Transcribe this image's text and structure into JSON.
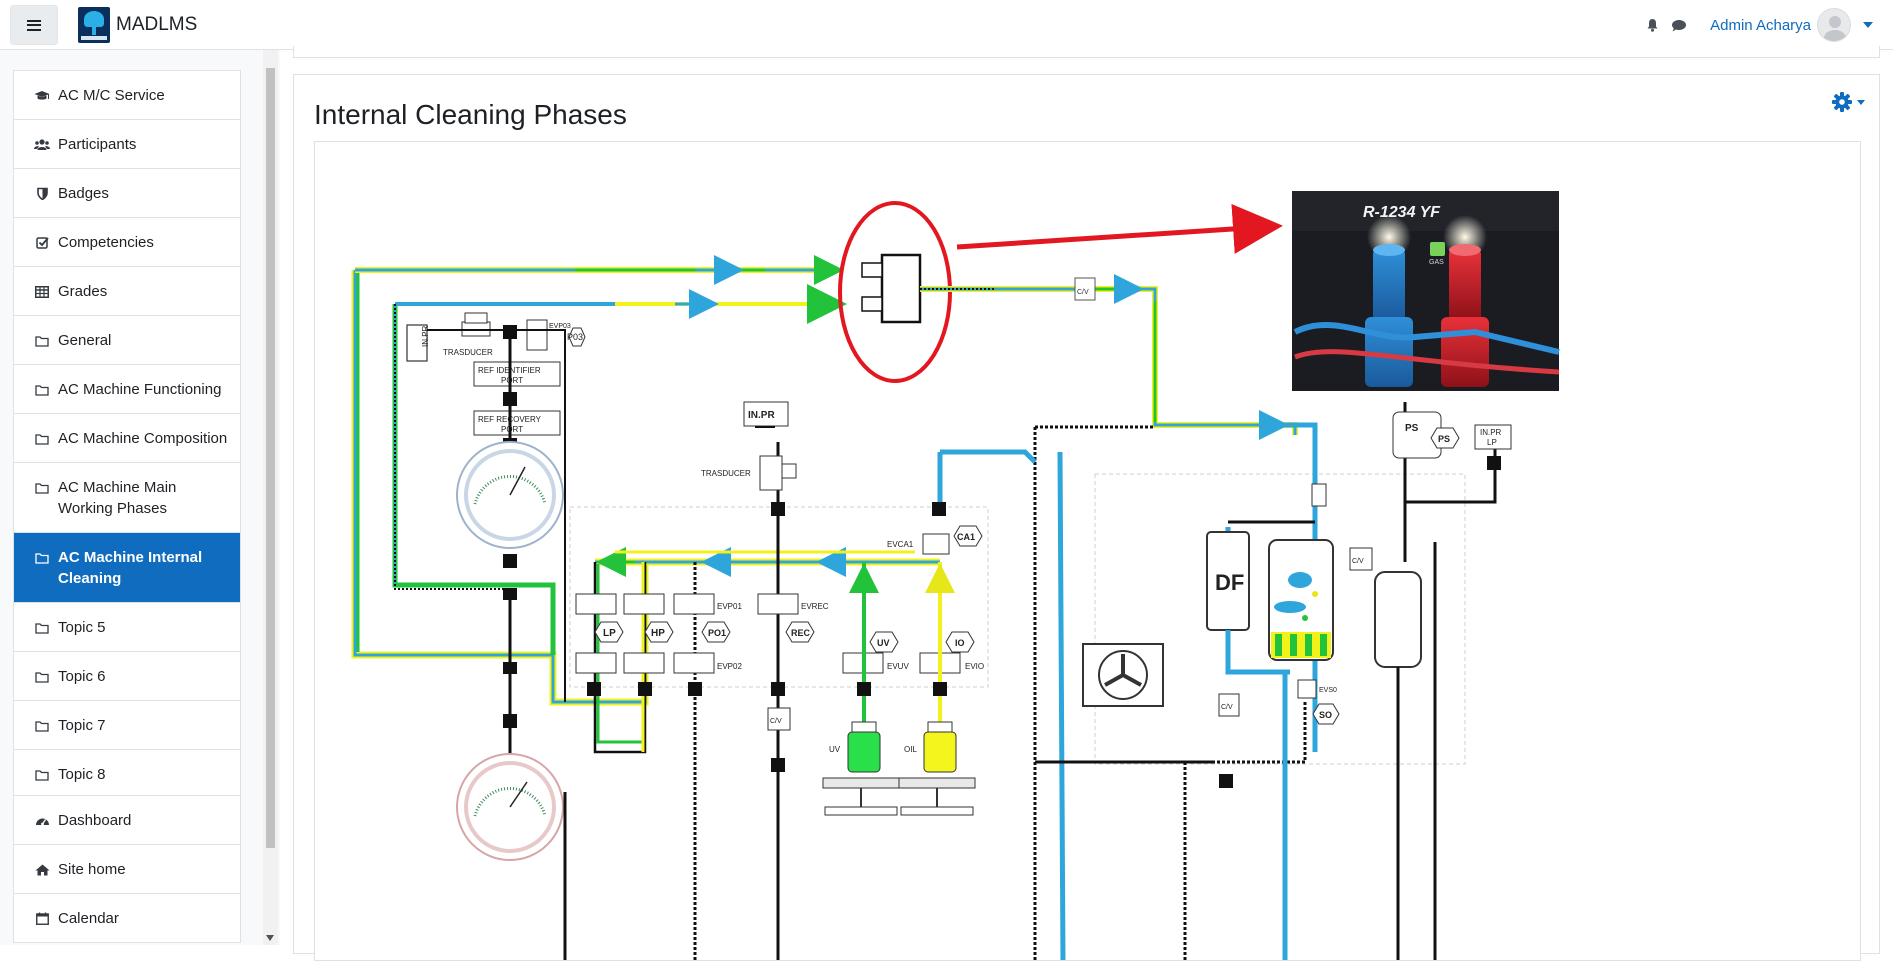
{
  "navbar": {
    "brand_name": "MADLMS",
    "user_name": "Admin Acharya"
  },
  "drawer": {
    "course_items": [
      {
        "label": "AC M/C Service",
        "icon": "graduation-cap-icon"
      },
      {
        "label": "Participants",
        "icon": "users-icon"
      },
      {
        "label": "Badges",
        "icon": "shield-icon"
      },
      {
        "label": "Competencies",
        "icon": "check-square-icon"
      },
      {
        "label": "Grades",
        "icon": "table-icon"
      },
      {
        "label": "General",
        "icon": "folder-icon"
      },
      {
        "label": "AC Machine Functioning",
        "icon": "folder-icon"
      },
      {
        "label": "AC Machine Composition",
        "icon": "folder-icon"
      },
      {
        "label": "AC Machine Main Working Phases",
        "icon": "folder-icon"
      },
      {
        "label": "AC Machine Internal Cleaning",
        "icon": "folder-icon",
        "active": true
      },
      {
        "label": "Topic 5",
        "icon": "folder-icon"
      },
      {
        "label": "Topic 6",
        "icon": "folder-icon"
      },
      {
        "label": "Topic 7",
        "icon": "folder-icon"
      },
      {
        "label": "Topic 8",
        "icon": "folder-icon"
      }
    ],
    "site_items": [
      {
        "label": "Dashboard",
        "icon": "dashboard-icon"
      },
      {
        "label": "Site home",
        "icon": "home-icon"
      },
      {
        "label": "Calendar",
        "icon": "calendar-icon"
      }
    ]
  },
  "main": {
    "title": "Internal Cleaning Phases"
  },
  "diagram": {
    "photo_label": "R-1234 YF",
    "photo_sublabel": "GAS",
    "labels": {
      "in_pr_left": "IN.PR",
      "trasducer_left": "TRASDUCER",
      "evp03": "EVP03",
      "p03": "P03",
      "ref_identifier": "REF IDENTIFIER",
      "ref_identifier_port": "PORT",
      "ref_recovery": "REF RECOVERY",
      "ref_recovery_port": "PORT",
      "in_pr_mid": "IN.PR",
      "trasducer_mid": "TRASDUCER",
      "evca1": "EVCA1",
      "ca1": "CA1",
      "evp01": "EVP01",
      "evrec": "EVREC",
      "lp": "LP",
      "hp": "HP",
      "po1": "PO1",
      "rec": "REC",
      "uv": "UV",
      "io": "IO",
      "evp02": "EVP02",
      "evuv": "EVUV",
      "evio": "EVIO",
      "cv_top": "C/V",
      "cv_mid": "C/V",
      "cv_right": "C/V",
      "cv_lower": "C/V",
      "uv_bottle": "UV",
      "oil_bottle": "OIL",
      "ps": "PS",
      "ps_box": "PS",
      "in_pr_lp": "IN.PR",
      "in_pr_lp_sub": "LP",
      "df": "DF",
      "evso": "EVS0",
      "so": "SO"
    }
  },
  "colors": {
    "brand_blue": "#0f6cbf",
    "line_blue": "#2ea6dc",
    "line_green": "#22c33a",
    "line_yellow": "#f2f21a",
    "highlight_red": "#e3171f"
  }
}
